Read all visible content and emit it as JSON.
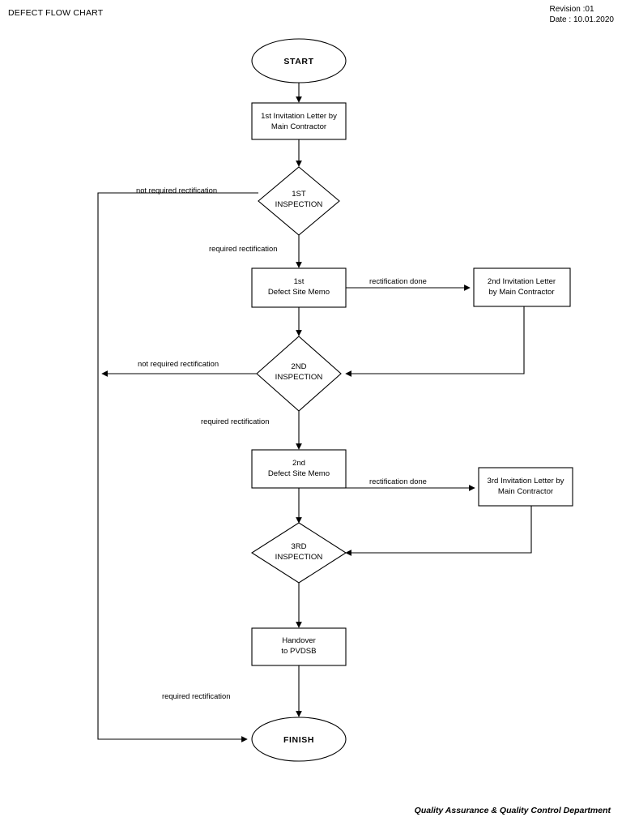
{
  "header": {
    "title": "DEFECT FLOW CHART",
    "revision": "Revision :01",
    "date": "Date : 10.01.2020"
  },
  "footer": {
    "department": "Quality Assurance & Quality Control Department"
  },
  "chart_data": {
    "type": "diagram",
    "title": "DEFECT FLOW CHART",
    "nodes": [
      {
        "id": "start",
        "shape": "ellipse",
        "lines": [
          "START"
        ]
      },
      {
        "id": "inv1",
        "shape": "process",
        "lines": [
          "1st Invitation Letter by",
          "Main Contractor"
        ]
      },
      {
        "id": "insp1",
        "shape": "decision",
        "lines": [
          "1ST",
          "INSPECTION"
        ]
      },
      {
        "id": "memo1",
        "shape": "process",
        "lines": [
          "1st",
          "Defect Site Memo"
        ]
      },
      {
        "id": "inv2",
        "shape": "process",
        "lines": [
          "2nd Invitation Letter",
          "by Main Contractor"
        ]
      },
      {
        "id": "insp2",
        "shape": "decision",
        "lines": [
          "2ND",
          "INSPECTION"
        ]
      },
      {
        "id": "memo2",
        "shape": "process",
        "lines": [
          "2nd",
          "Defect Site Memo"
        ]
      },
      {
        "id": "inv3",
        "shape": "process",
        "lines": [
          "3rd Invitation Letter by",
          "Main Contractor"
        ]
      },
      {
        "id": "insp3",
        "shape": "decision",
        "lines": [
          "3RD",
          "INSPECTION"
        ]
      },
      {
        "id": "handover",
        "shape": "process",
        "lines": [
          "Handover",
          "to PVDSB"
        ]
      },
      {
        "id": "finish",
        "shape": "ellipse",
        "lines": [
          "FINISH"
        ]
      }
    ],
    "edges": [
      {
        "from": "start",
        "to": "inv1",
        "label": ""
      },
      {
        "from": "inv1",
        "to": "insp1",
        "label": ""
      },
      {
        "from": "insp1",
        "to": "finish",
        "label": "not required rectification"
      },
      {
        "from": "insp1",
        "to": "memo1",
        "label": "required rectification"
      },
      {
        "from": "memo1",
        "to": "inv2",
        "label": "rectification done"
      },
      {
        "from": "memo1",
        "to": "insp2",
        "label": ""
      },
      {
        "from": "inv2",
        "to": "insp2",
        "label": ""
      },
      {
        "from": "insp2",
        "to": "finish",
        "label": "not required rectification"
      },
      {
        "from": "insp2",
        "to": "memo2",
        "label": "required rectification"
      },
      {
        "from": "memo2",
        "to": "inv3",
        "label": "rectification done"
      },
      {
        "from": "memo2",
        "to": "insp3",
        "label": ""
      },
      {
        "from": "inv3",
        "to": "insp3",
        "label": ""
      },
      {
        "from": "insp3",
        "to": "handover",
        "label": ""
      },
      {
        "from": "handover",
        "to": "finish",
        "label": ""
      },
      {
        "from": "left-rail",
        "to": "finish",
        "label": "required rectification"
      }
    ]
  },
  "labels": {
    "start": "START",
    "finish": "FINISH",
    "inv1_l1": "1st Invitation Letter by",
    "inv1_l2": "Main Contractor",
    "insp1_l1": "1ST",
    "insp1_l2": "INSPECTION",
    "memo1_l1": "1st",
    "memo1_l2": "Defect Site Memo",
    "inv2_l1": "2nd Invitation Letter",
    "inv2_l2": "by Main Contractor",
    "insp2_l1": "2ND",
    "insp2_l2": "INSPECTION",
    "memo2_l1": "2nd",
    "memo2_l2": "Defect Site Memo",
    "inv3_l1": "3rd Invitation Letter by",
    "inv3_l2": "Main Contractor",
    "insp3_l1": "3RD",
    "insp3_l2": "INSPECTION",
    "handover_l1": "Handover",
    "handover_l2": "to PVDSB",
    "edge_not_required_1": "not required rectification",
    "edge_required_1": "required rectification",
    "edge_done_1": "rectification done",
    "edge_not_required_2": "not required rectification",
    "edge_required_2": "required rectification",
    "edge_done_2": "rectification done",
    "edge_required_3": "required rectification"
  }
}
